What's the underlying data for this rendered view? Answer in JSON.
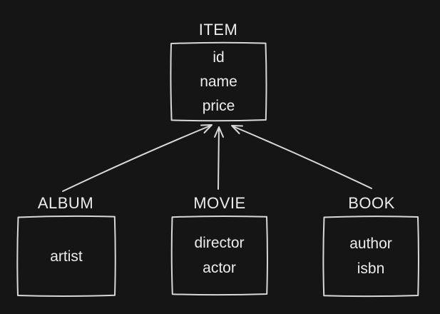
{
  "colors": {
    "background": "#151515",
    "stroke": "#d8d8d8",
    "text": "#ececec"
  },
  "entities": {
    "item": {
      "label": "ITEM",
      "attributes": [
        "id",
        "name",
        "price"
      ]
    },
    "album": {
      "label": "ALBUM",
      "attributes": [
        "artist"
      ]
    },
    "movie": {
      "label": "MOVIE",
      "attributes": [
        "director",
        "actor"
      ]
    },
    "book": {
      "label": "BOOK",
      "attributes": [
        "author",
        "isbn"
      ]
    }
  },
  "relations": [
    {
      "from": "ALBUM",
      "to": "ITEM",
      "type": "arrow"
    },
    {
      "from": "MOVIE",
      "to": "ITEM",
      "type": "arrow"
    },
    {
      "from": "BOOK",
      "to": "ITEM",
      "type": "arrow"
    }
  ]
}
